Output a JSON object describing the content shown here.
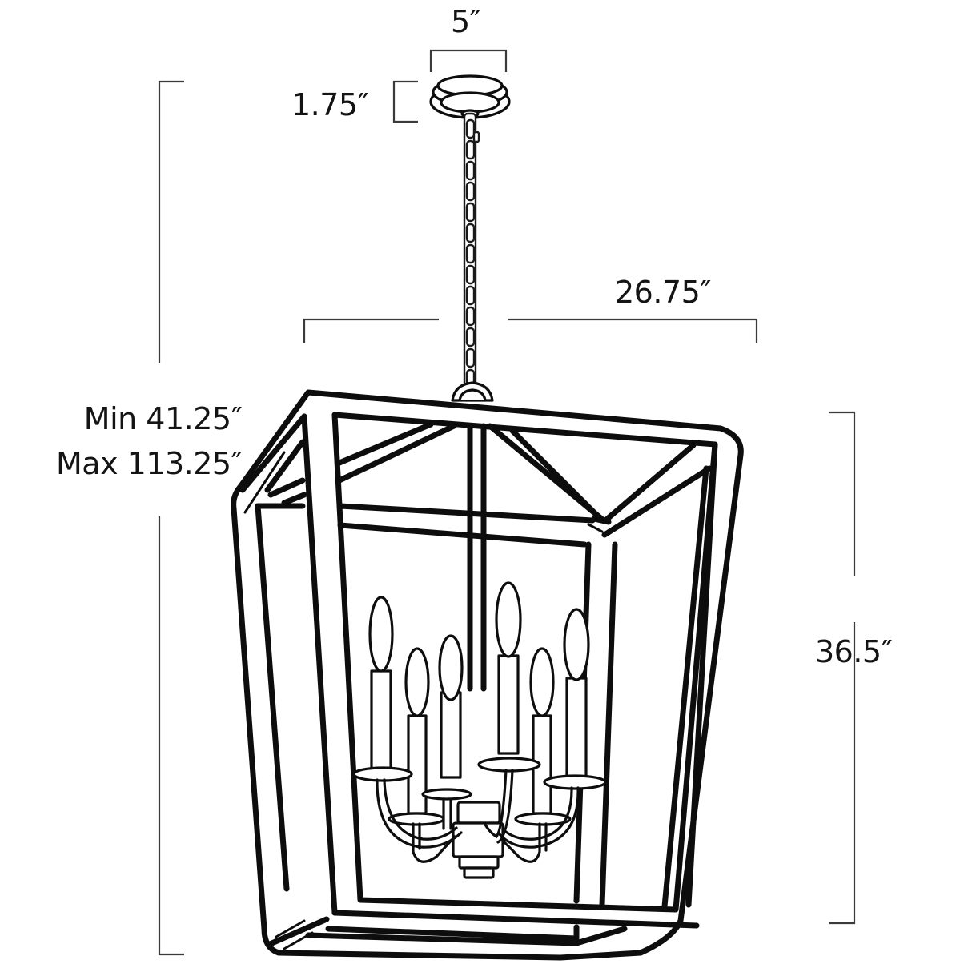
{
  "diagram": {
    "subject": "Six-light lantern pendant with chain and canopy",
    "line_color": "#0d0d0d",
    "background": "#ffffff",
    "dimensions": {
      "canopy_width": "5″",
      "canopy_height": "1.75″",
      "fixture_width": "26.75″",
      "overall_height_min": "Min 41.25″",
      "overall_height_max": "Max 113.25″",
      "fixture_height": "36.5″"
    },
    "components": {
      "canopy": "ceiling-canopy",
      "chain": "hanging-chain",
      "frame": "tapered-lantern-frame",
      "candelabra": "six-candle-cluster",
      "candle_count": 6
    }
  }
}
